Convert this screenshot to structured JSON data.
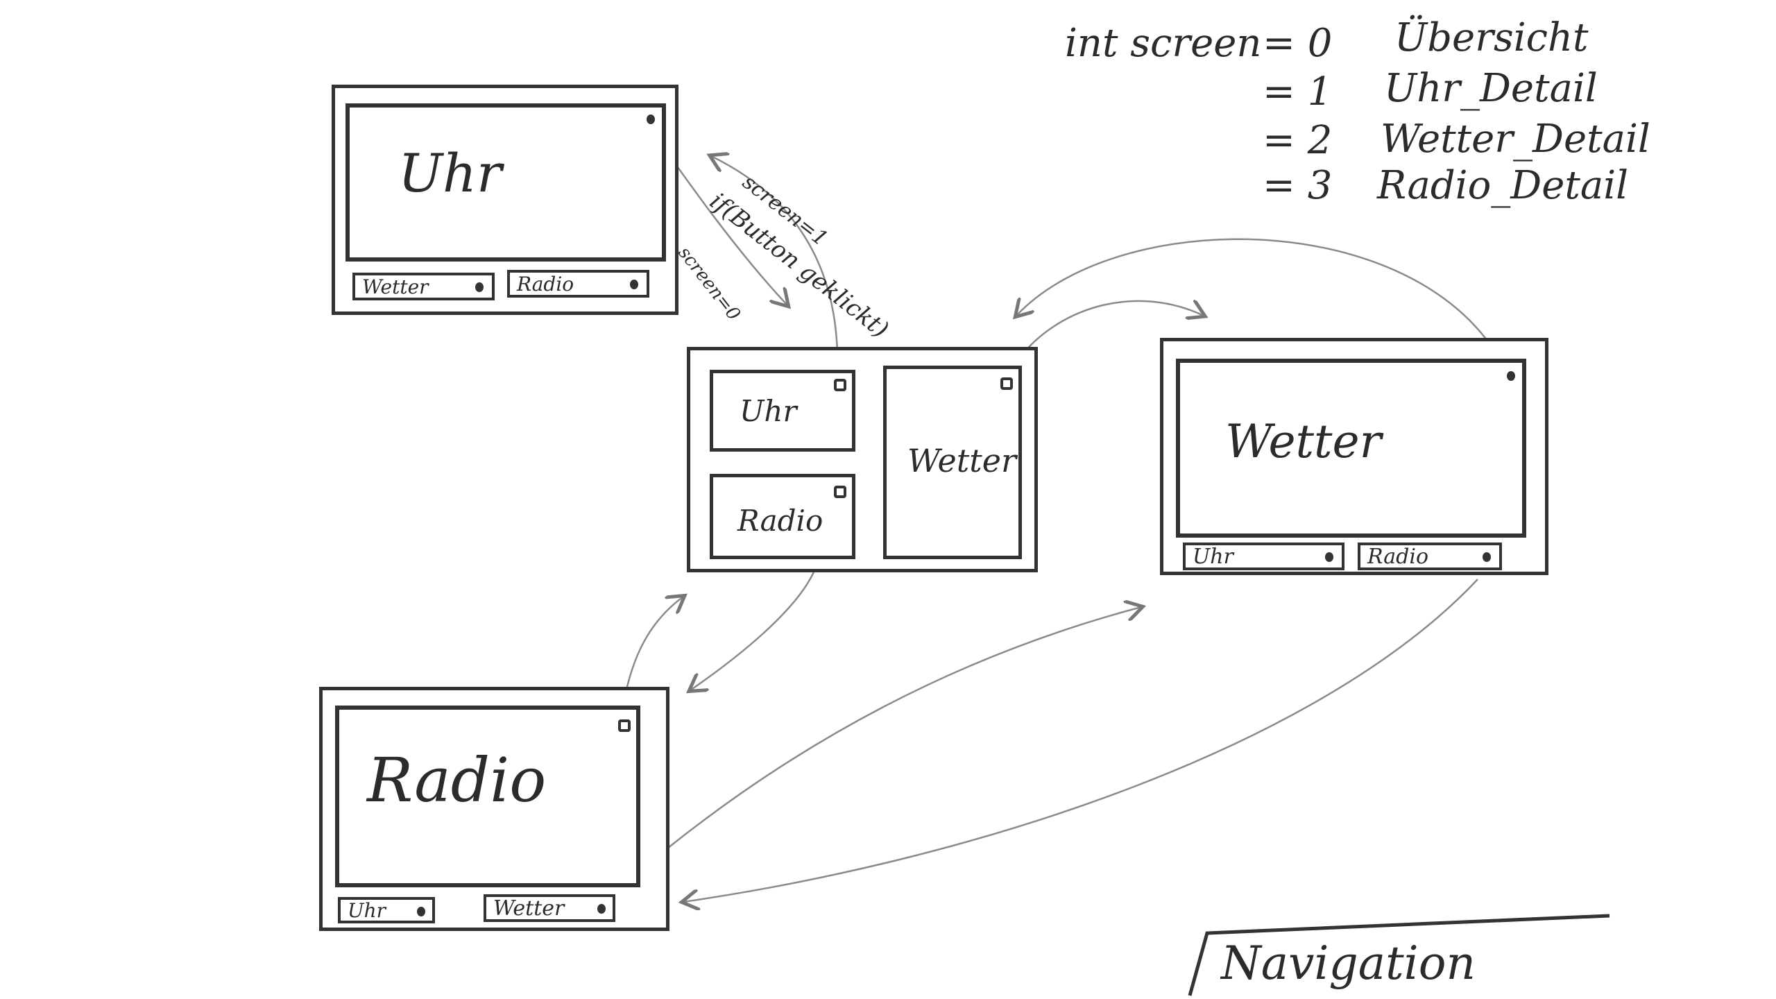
{
  "legend": {
    "var_decl": "int screen",
    "rows": [
      {
        "eq": "= 0",
        "name": "Übersicht"
      },
      {
        "eq": "= 1",
        "name": "Uhr_Detail"
      },
      {
        "eq": "= 2",
        "name": "Wetter_Detail"
      },
      {
        "eq": "= 3",
        "name": "Radio_Detail"
      }
    ]
  },
  "screens": {
    "uhr": {
      "title": "Uhr",
      "btn1": "Wetter",
      "btn2": "Radio"
    },
    "wetter": {
      "title": "Wetter",
      "btn1": "Uhr",
      "btn2": "Radio"
    },
    "radio": {
      "title": "Radio",
      "btn1": "Uhr",
      "btn2": "Wetter"
    },
    "overview": {
      "tile_uhr": "Uhr",
      "tile_radio": "Radio",
      "tile_wetter": "Wetter"
    }
  },
  "annotations": {
    "if_line1": "if(Button geklickt)",
    "if_line2": "screen=1",
    "back": "screen=0"
  },
  "caption": "Navigation"
}
